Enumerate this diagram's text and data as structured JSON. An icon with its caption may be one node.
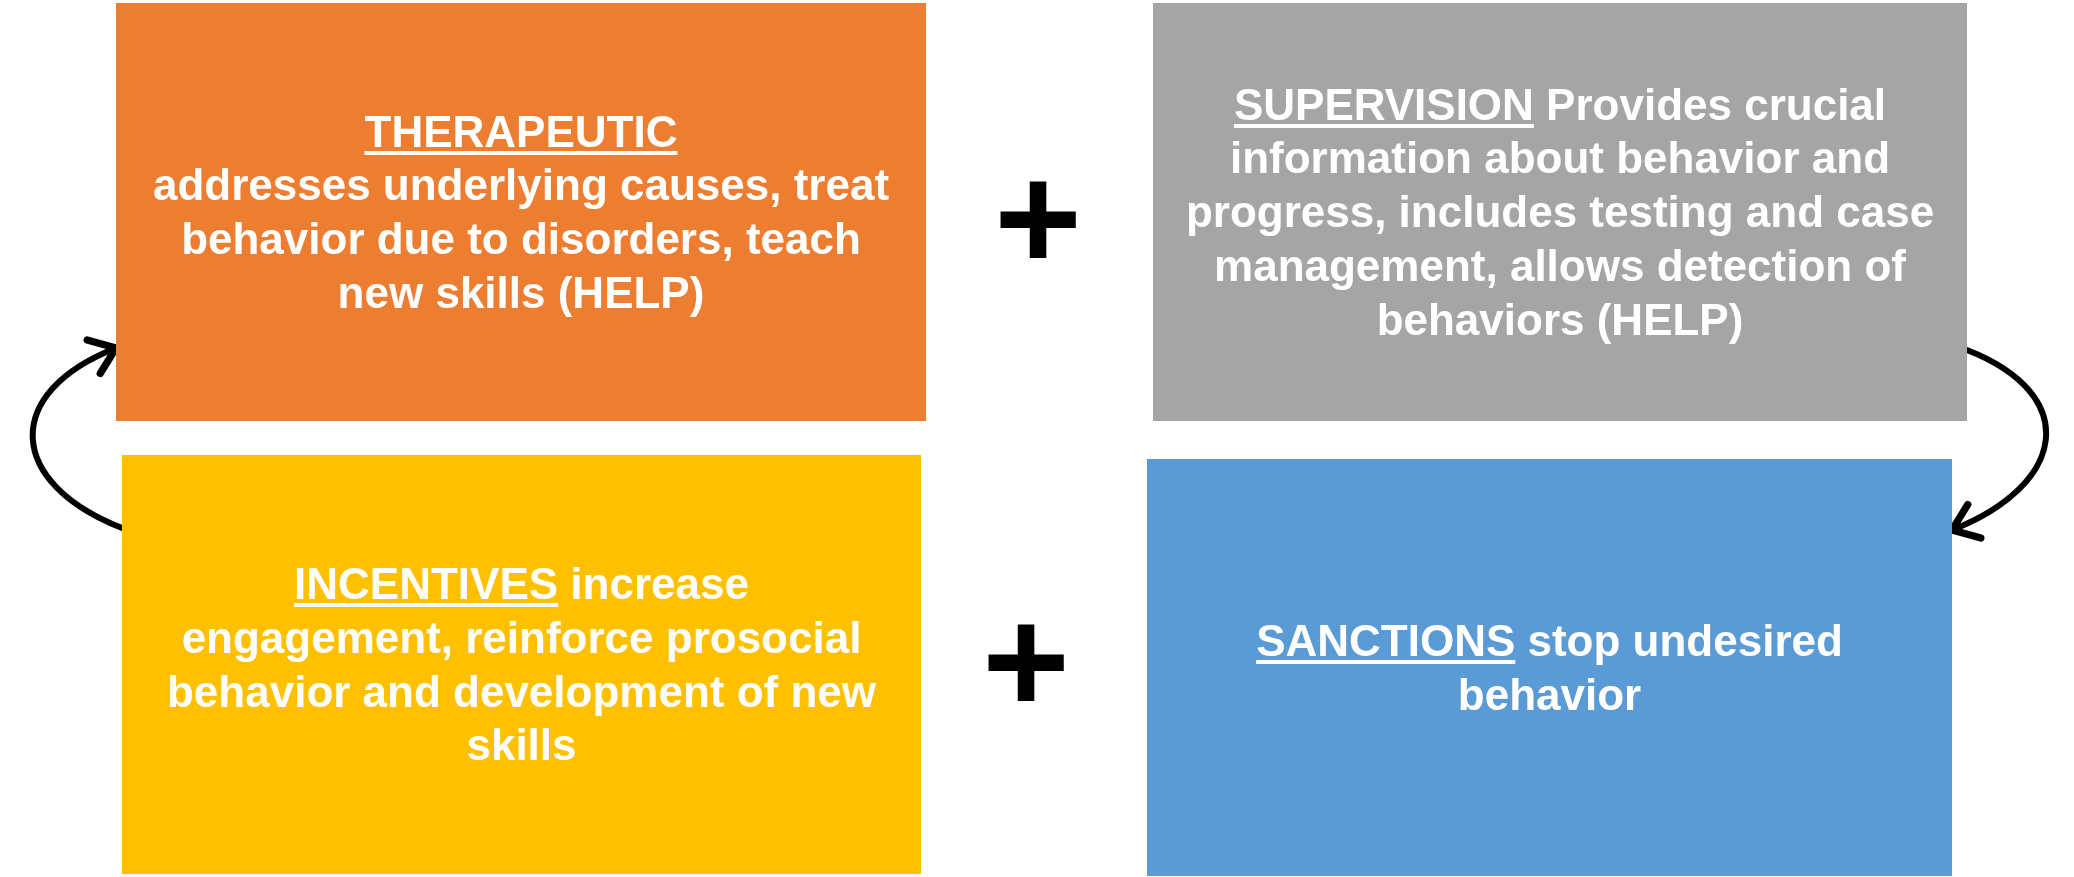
{
  "diagram": {
    "nodes": [
      {
        "text": [
          "THERAPEUTIC",
          "addresses underlying causes, treat behavior due to disorders, teach new skills (HELP)"
        ]
      },
      {
        "text": [
          "SUPERVISION",
          "Provides crucial information about behavior and progress, includes testing and case management, allows detection of behaviors (HELP)"
        ]
      },
      {
        "text": [
          "INCENTIVES",
          "increase engagement, reinforce prosocial behavior and development of new skills"
        ]
      },
      {
        "text": [
          "SANCTIONS",
          "stop undesired behavior"
        ]
      }
    ],
    "edges": [
      {
        "from": 2,
        "to": 0,
        "arrow": "to"
      },
      {
        "from": 1,
        "to": 3,
        "arrow": "to"
      }
    ],
    "labels": [
      "+",
      "+"
    ]
  }
}
